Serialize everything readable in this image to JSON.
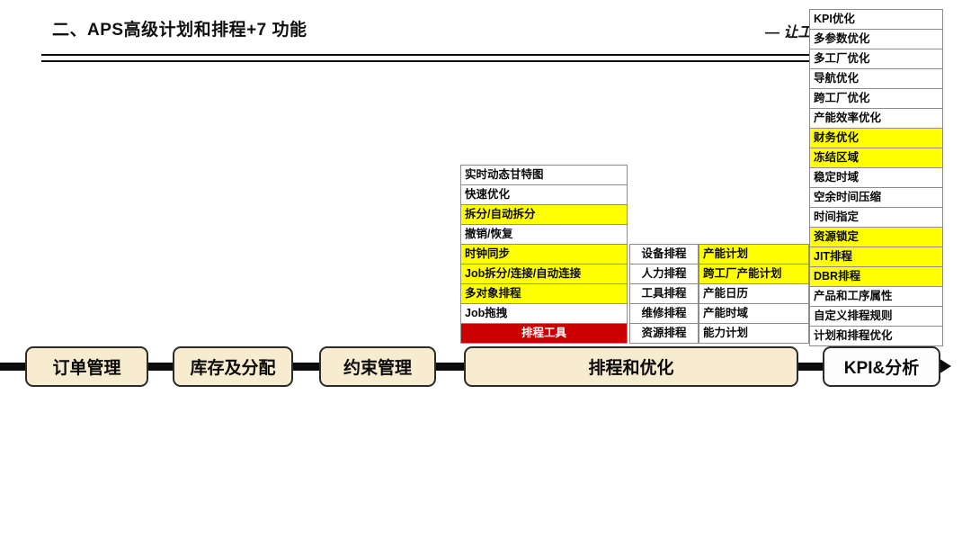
{
  "slide": {
    "title": "二、APS高级计划和排程+7 功能",
    "subtitle": "— 让工"
  },
  "tables": {
    "optimization_column": {
      "name": "优化功能列",
      "rows": [
        {
          "label": "KPI优化",
          "highlight": false
        },
        {
          "label": "多参数优化",
          "highlight": false
        },
        {
          "label": "多工厂优化",
          "highlight": false
        },
        {
          "label": "导航优化",
          "highlight": false
        },
        {
          "label": "跨工厂优化",
          "highlight": false
        },
        {
          "label": "产能效率优化",
          "highlight": false
        },
        {
          "label": "财务优化",
          "highlight": true
        },
        {
          "label": "冻结区域",
          "highlight": true
        },
        {
          "label": "稳定时域",
          "highlight": false
        },
        {
          "label": "空余时间压缩",
          "highlight": false
        },
        {
          "label": "时间指定",
          "highlight": false
        },
        {
          "label": "资源锁定",
          "highlight": true
        },
        {
          "label": "JIT排程",
          "highlight": true
        },
        {
          "label": "DBR排程",
          "highlight": true
        },
        {
          "label": "产品和工序属性",
          "highlight": false
        },
        {
          "label": "自定义排程规则",
          "highlight": false
        },
        {
          "label": "计划和排程优化",
          "highlight": false
        }
      ]
    },
    "scheduling_tools_column": {
      "name": "排程工具列",
      "rows": [
        {
          "label": "实时动态甘特图",
          "highlight": false,
          "header": false
        },
        {
          "label": "快速优化",
          "highlight": false,
          "header": false
        },
        {
          "label": "拆分/自动拆分",
          "highlight": true,
          "header": false
        },
        {
          "label": "撤销/恢复",
          "highlight": false,
          "header": false
        },
        {
          "label": "时钟同步",
          "highlight": true,
          "header": false
        },
        {
          "label": "Job拆分/连接/自动连接",
          "highlight": true,
          "header": false
        },
        {
          "label": "多对象排程",
          "highlight": true,
          "header": false
        },
        {
          "label": "Job拖拽",
          "highlight": false,
          "header": false
        },
        {
          "label": "排程工具",
          "highlight": false,
          "header": true
        }
      ]
    },
    "resource_column": {
      "name": "资源排程列",
      "rows": [
        {
          "label": "设备排程",
          "highlight": false
        },
        {
          "label": "人力排程",
          "highlight": false
        },
        {
          "label": "工具排程",
          "highlight": false
        },
        {
          "label": "维修排程",
          "highlight": false
        },
        {
          "label": "资源排程",
          "highlight": false
        }
      ]
    },
    "capacity_column": {
      "name": "产能计划列",
      "rows": [
        {
          "label": "产能计划",
          "highlight": true
        },
        {
          "label": "跨工厂产能计划",
          "highlight": true
        },
        {
          "label": "产能日历",
          "highlight": false
        },
        {
          "label": "产能时域",
          "highlight": false
        },
        {
          "label": "能力计划",
          "highlight": false
        }
      ]
    }
  },
  "flow": {
    "nodes": [
      {
        "label": "订单管理",
        "style": "filled"
      },
      {
        "label": "库存及分配",
        "style": "filled"
      },
      {
        "label": "约束管理",
        "style": "filled"
      },
      {
        "label": "排程和优化",
        "style": "filled"
      },
      {
        "label": "KPI&分析",
        "style": "plain"
      }
    ]
  },
  "colors": {
    "highlight": "#ffff00",
    "header_red": "#cc0000",
    "node_fill": "#f7ebd0",
    "node_plain": "#fdfdfd",
    "line": "#0c0c0c",
    "border": "#8d8d8d"
  }
}
